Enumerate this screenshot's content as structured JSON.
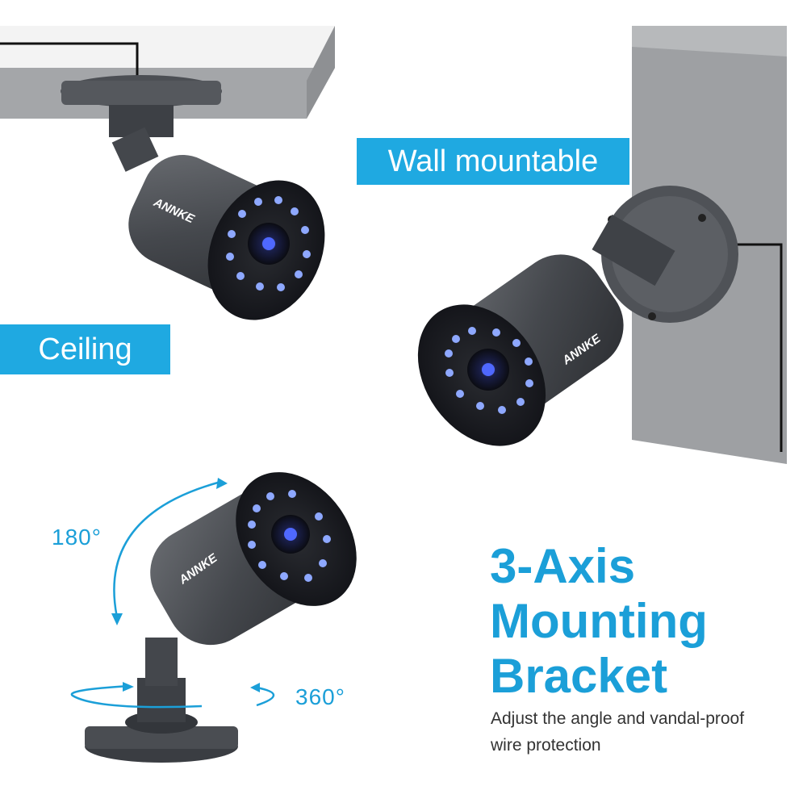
{
  "labels": {
    "wall": "Wall mountable",
    "ceiling": "Ceiling"
  },
  "rotation": {
    "tilt": "180°",
    "pan": "360°"
  },
  "headline": {
    "line1": "3-Axis",
    "line2": "Mounting",
    "line3": "Bracket"
  },
  "description": {
    "line1": "Adjust the angle and vandal-proof",
    "line2": "wire protection"
  },
  "brand_text": "ANNKE",
  "colors": {
    "accent": "#1fa9e1",
    "text_accent": "#1b9fd8",
    "camera_body": "#4a4d52",
    "wall": "#9ea0a3"
  },
  "icons": [
    "camera-icon",
    "rotation-arrow-icon"
  ]
}
